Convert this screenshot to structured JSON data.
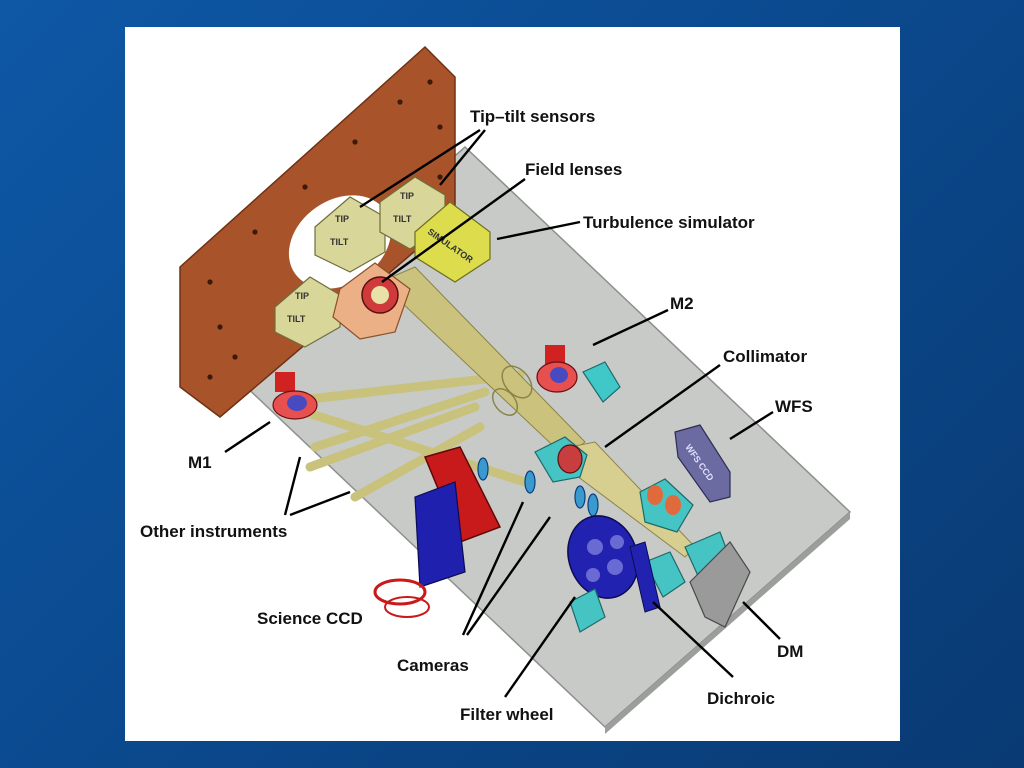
{
  "labels": {
    "tip_tilt_sensors": "Tip–tilt sensors",
    "field_lenses": "Field lenses",
    "turbulence_simulator": "Turbulence simulator",
    "m2": "M2",
    "collimator": "Collimator",
    "wfs": "WFS",
    "m1": "M1",
    "other_instruments": "Other instruments",
    "science_ccd": "Science CCD",
    "cameras": "Cameras",
    "filter_wheel": "Filter wheel",
    "dichroic": "Dichroic",
    "dm": "DM"
  },
  "component_text": {
    "tip_1": "TIP",
    "tilt_1": "TILT",
    "tip_2": "TIP",
    "tilt_2": "TILT",
    "tip_3": "TIP",
    "tilt_3": "TILT",
    "simulator": "SIMULATOR",
    "wfs_ccd": "WFS CCD"
  },
  "colors": {
    "background_top": "#0e58a6",
    "background_bottom": "#093a73",
    "panel": "#ffffff",
    "bench": "#c7c9c7",
    "mount_plate": "#a9512a",
    "beam": "#c8c07a",
    "sensor_box": "#d9d79a",
    "simulator_box": "#dede4a",
    "ccd_blue": "#2222b0",
    "flange_red": "#c81818",
    "optic_cyan": "#3ec8c8",
    "wfs_box": "#6a6aa0"
  }
}
